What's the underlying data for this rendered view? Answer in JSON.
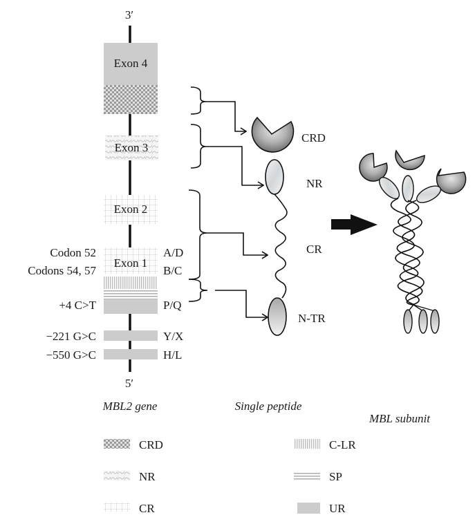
{
  "gene": {
    "prime_top": "3′",
    "prime_bottom": "5′",
    "caption": "MBL2 gene",
    "exons": [
      {
        "label": "Exon 4",
        "region": "UR+CRD"
      },
      {
        "label": "Exon 3",
        "region": "NR"
      },
      {
        "label": "Exon 2",
        "region": "CR"
      },
      {
        "label": "Exon 1",
        "region": "CR+C-LR+SP+UR"
      }
    ],
    "polymorphisms": [
      {
        "left": "Codon 52",
        "right": "A/D"
      },
      {
        "left": "Codons 54, 57",
        "right": "B/C"
      },
      {
        "left": "+4 C>T",
        "right": "P/Q"
      },
      {
        "left": "−221 G>C",
        "right": "Y/X"
      },
      {
        "left": "−550 G>C",
        "right": "H/L"
      }
    ]
  },
  "peptide": {
    "caption": "Single peptide",
    "domains": [
      "CRD",
      "NR",
      "CR",
      "N-TR"
    ]
  },
  "subunit": {
    "caption": "MBL subunit"
  },
  "legend": {
    "left": [
      {
        "pattern": "checker",
        "label": "CRD"
      },
      {
        "pattern": "waves",
        "label": "NR"
      },
      {
        "pattern": "grid",
        "label": "CR"
      }
    ],
    "right": [
      {
        "pattern": "vertical-lines",
        "label": "C-LR"
      },
      {
        "pattern": "horizontal-lines",
        "label": "SP"
      },
      {
        "pattern": "solid-gray",
        "label": "UR"
      }
    ]
  },
  "colors": {
    "ur_gray": "#cccccc",
    "line": "#111111",
    "domain_dark": "#8a8a8a",
    "domain_light": "#e6e6e6"
  }
}
